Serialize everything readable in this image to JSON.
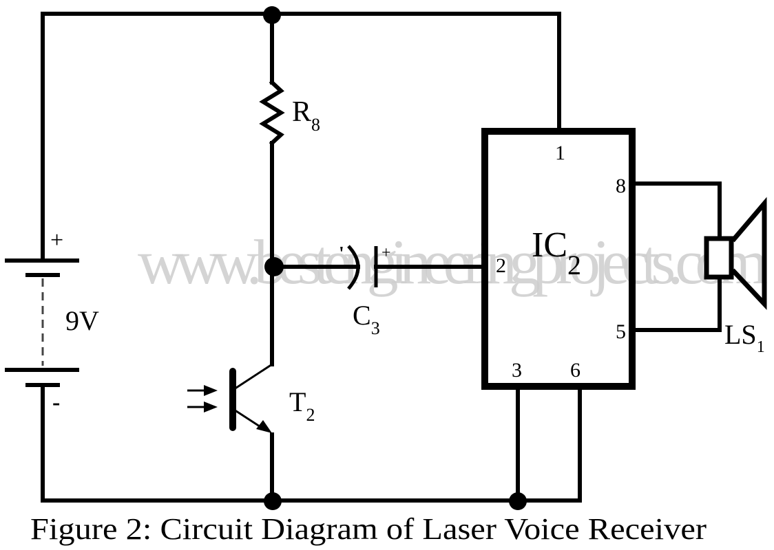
{
  "watermark": "www.bestengineeringprojects.com",
  "caption": "Figure 2: Circuit Diagram of Laser Voice Receiver",
  "components": {
    "battery": {
      "label": "9V",
      "plus": "+",
      "minus": "-"
    },
    "resistor": {
      "name": "R",
      "sub": "8"
    },
    "capacitor": {
      "name": "C",
      "sub": "3",
      "plus": "+",
      "minus": "'"
    },
    "phototransistor": {
      "name": "T",
      "sub": "2"
    },
    "ic": {
      "name": "IC",
      "sub": "2",
      "pins": {
        "p1": "1",
        "p2": "2",
        "p3": "3",
        "p5": "5",
        "p6": "6",
        "p8": "8"
      }
    },
    "speaker": {
      "name": "LS",
      "sub": "1"
    }
  },
  "colors": {
    "ink": "#000000",
    "watermark": "#cccccc",
    "background": "#ffffff"
  }
}
